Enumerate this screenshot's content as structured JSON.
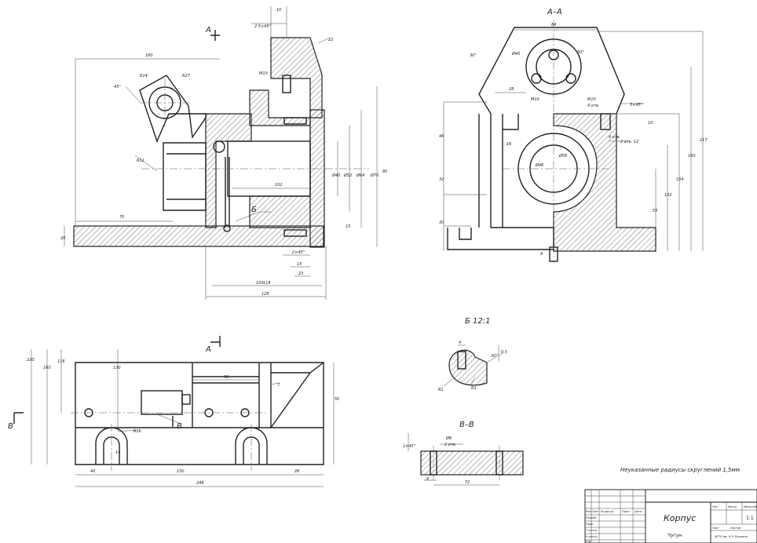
{
  "section_labels": {
    "section_aa": "А–А",
    "detail_b": "Б 12:1",
    "section_vv": "В–В",
    "cut_a_top": "А",
    "cut_a_bottom": "А",
    "cut_b": "Б",
    "cut_v_left": "В",
    "cut_v_right": "В"
  },
  "note": "Неуказанные радиусы скруглений 1,5мм",
  "title_block": {
    "name": "Корпус",
    "material": "Чугун",
    "sheet": "1:1",
    "org": "МГТУ им. Н.Э. Баумана",
    "header_cells": [
      "Изм",
      "Лист",
      "№ докум.",
      "Подп.",
      "Дата"
    ],
    "roles": [
      "Разраб.",
      "Пров.",
      "Т.контр.",
      "Н.контр.",
      "Утв."
    ],
    "right_header": [
      "Лит.",
      "Масса",
      "Масштаб"
    ],
    "sheet_label": "Лист",
    "sheets_label": "Листов"
  },
  "dimensions": {
    "front": [
      "160",
      "70",
      "R14",
      "R27",
      "45°",
      "10",
      "2.5×45°",
      "22",
      "R11",
      "M10",
      "Ø40",
      "Ø52",
      "Ø64",
      "Ø70",
      "100",
      "102",
      "118",
      "128",
      "80",
      "20",
      "2×45°",
      "15",
      "15",
      "23"
    ],
    "section": [
      "84",
      "Ø40",
      "50°",
      "30°",
      "28",
      "M10",
      "Ø46",
      "Ø56",
      "M10",
      "4 отв.",
      "3×45°",
      "10",
      "16",
      "46",
      "32",
      "30",
      "217",
      "160",
      "154",
      "102",
      "55",
      "8",
      "4 отв.",
      "2 отв. 12"
    ],
    "plan": [
      "220",
      "160",
      "116",
      "130",
      "50",
      "7",
      "R16",
      "14",
      "40",
      "150",
      "26",
      "248",
      "90"
    ],
    "detail": [
      "4",
      "30°",
      "0,5",
      "R1",
      "R1"
    ],
    "vv": [
      "1×45°",
      "Ø8",
      "2 отв.",
      "8",
      "72"
    ]
  }
}
